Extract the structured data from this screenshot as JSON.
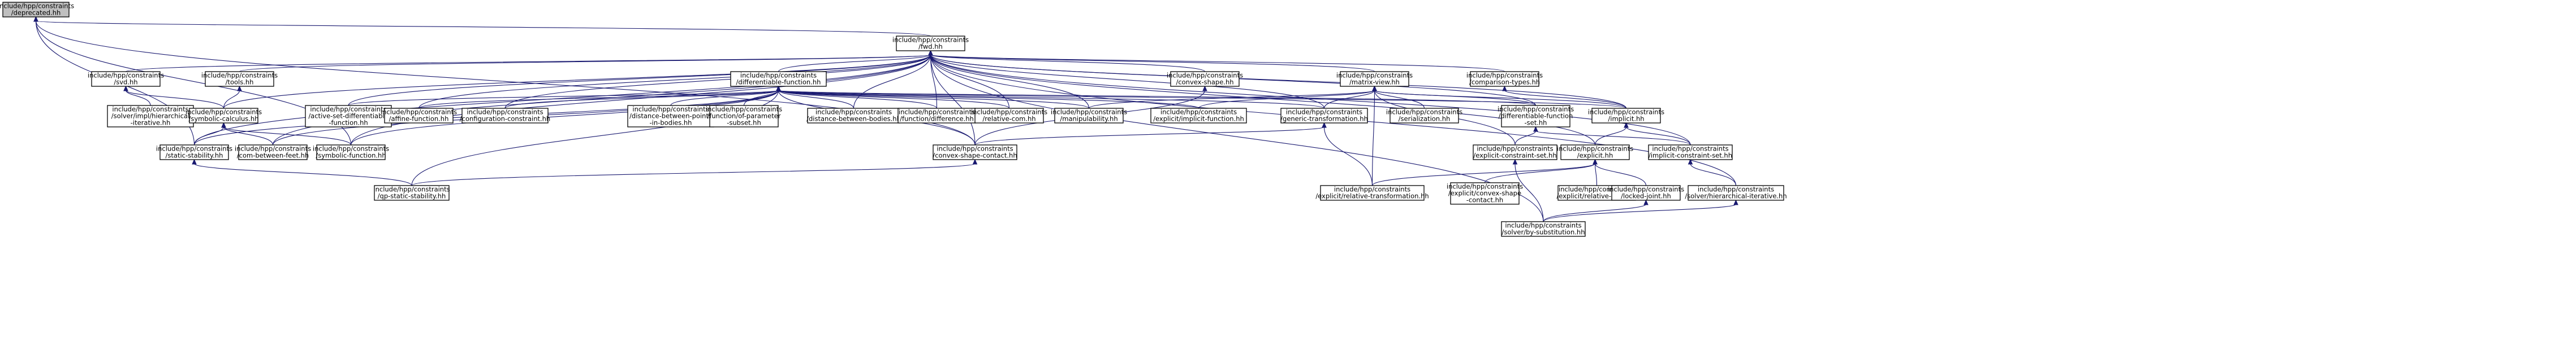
{
  "graph": {
    "title": "include/hpp/constraints/deprecated.hh dependency graph",
    "edge_color": "#191970",
    "root_fill": "#bfbfbf",
    "node_fill": "#ffffff",
    "nodes": [
      {
        "id": "deprecated",
        "lines": [
          "include/hpp/constraints",
          "/deprecated.hh"
        ],
        "root": true
      },
      {
        "id": "fwd",
        "lines": [
          "include/hpp/constraints",
          "/fwd.hh"
        ]
      },
      {
        "id": "svd",
        "lines": [
          "include/hpp/constraints",
          "/svd.hh"
        ]
      },
      {
        "id": "tools",
        "lines": [
          "include/hpp/constraints",
          "/tools.hh"
        ]
      },
      {
        "id": "difffunc",
        "lines": [
          "include/hpp/constraints",
          "/differentiable-function.hh"
        ]
      },
      {
        "id": "convexshape",
        "lines": [
          "include/hpp/constraints",
          "/convex-shape.hh"
        ]
      },
      {
        "id": "matrixview",
        "lines": [
          "include/hpp/constraints",
          "/matrix-view.hh"
        ]
      },
      {
        "id": "comparison",
        "lines": [
          "include/hpp/constraints",
          "/comparison-types.hh"
        ]
      },
      {
        "id": "solverhier",
        "lines": [
          "include/hpp/constraints",
          "/solver/impl/hierarchical",
          "-iterative.hh"
        ]
      },
      {
        "id": "symcalc",
        "lines": [
          "include/hpp/constraints",
          "/symbolic-calculus.hh"
        ]
      },
      {
        "id": "activeset",
        "lines": [
          "include/hpp/constraints",
          "/active-set-differentiable",
          "-function.hh"
        ]
      },
      {
        "id": "affine",
        "lines": [
          "include/hpp/constraints",
          "/affine-function.hh"
        ]
      },
      {
        "id": "config",
        "lines": [
          "include/hpp/constraints",
          "/configuration-constraint.hh"
        ]
      },
      {
        "id": "distpoints",
        "lines": [
          "include/hpp/constraints",
          "/distance-between-points",
          "-in-bodies.hh"
        ]
      },
      {
        "id": "funcparam",
        "lines": [
          "include/hpp/constraints",
          "/function/of-parameter",
          "-subset.hh"
        ]
      },
      {
        "id": "distbodies",
        "lines": [
          "include/hpp/constraints",
          "/distance-between-bodies.hh"
        ]
      },
      {
        "id": "funcdiff",
        "lines": [
          "include/hpp/constraints",
          "/function/difference.hh"
        ]
      },
      {
        "id": "relcom",
        "lines": [
          "include/hpp/constraints",
          "/relative-com.hh"
        ]
      },
      {
        "id": "manip",
        "lines": [
          "include/hpp/constraints",
          "/manipulability.hh"
        ]
      },
      {
        "id": "explimpl",
        "lines": [
          "include/hpp/constraints",
          "/explicit/implicit-function.hh"
        ]
      },
      {
        "id": "generictrans",
        "lines": [
          "include/hpp/constraints",
          "/generic-transformation.hh"
        ]
      },
      {
        "id": "serialization",
        "lines": [
          "include/hpp/constraints",
          "/serialization.hh"
        ]
      },
      {
        "id": "diffset",
        "lines": [
          "include/hpp/constraints",
          "/differentiable-function",
          "-set.hh"
        ]
      },
      {
        "id": "implicit",
        "lines": [
          "include/hpp/constraints",
          "/implicit.hh"
        ]
      },
      {
        "id": "staticstab",
        "lines": [
          "include/hpp/constraints",
          "/static-stability.hh"
        ]
      },
      {
        "id": "combetween",
        "lines": [
          "include/hpp/constraints",
          "/com-between-feet.hh"
        ]
      },
      {
        "id": "symfunc",
        "lines": [
          "include/hpp/constraints",
          "/symbolic-function.hh"
        ]
      },
      {
        "id": "convexcontact",
        "lines": [
          "include/hpp/constraints",
          "/convex-shape-contact.hh"
        ]
      },
      {
        "id": "explconstset",
        "lines": [
          "include/hpp/constraints",
          "/explicit-constraint-set.hh"
        ]
      },
      {
        "id": "explicit",
        "lines": [
          "include/hpp/constraints",
          "/explicit.hh"
        ]
      },
      {
        "id": "implconstset",
        "lines": [
          "include/hpp/constraints",
          "/implicit-constraint-set.hh"
        ]
      },
      {
        "id": "qpstatic",
        "lines": [
          "include/hpp/constraints",
          "/qp-static-stability.hh"
        ]
      },
      {
        "id": "explreltrans",
        "lines": [
          "include/hpp/constraints",
          "/explicit/relative-transformation.hh"
        ]
      },
      {
        "id": "explconvex",
        "lines": [
          "include/hpp/constraints",
          "/explicit/convex-shape",
          "-contact.hh"
        ]
      },
      {
        "id": "explrelpose",
        "lines": [
          "include/hpp/constraints",
          "/explicit/relative-pose.hh"
        ]
      },
      {
        "id": "locked",
        "lines": [
          "include/hpp/constraints",
          "/locked-joint.hh"
        ]
      },
      {
        "id": "solverhieriter",
        "lines": [
          "include/hpp/constraints",
          "/solver/hierarchical-iterative.hh"
        ]
      },
      {
        "id": "solverbysub",
        "lines": [
          "include/hpp/constraints",
          "/solver/by-substitution.hh"
        ]
      }
    ],
    "edges": [
      [
        "fwd",
        "deprecated"
      ],
      [
        "staticstab",
        "deprecated"
      ],
      [
        "symfunc",
        "deprecated"
      ],
      [
        "convexcontact",
        "deprecated"
      ],
      [
        "svd",
        "fwd"
      ],
      [
        "tools",
        "fwd"
      ],
      [
        "difffunc",
        "fwd"
      ],
      [
        "convexshape",
        "fwd"
      ],
      [
        "matrixview",
        "fwd"
      ],
      [
        "comparison",
        "fwd"
      ],
      [
        "symcalc",
        "fwd"
      ],
      [
        "activeset",
        "fwd"
      ],
      [
        "affine",
        "fwd"
      ],
      [
        "config",
        "fwd"
      ],
      [
        "distbodies",
        "fwd"
      ],
      [
        "funcdiff",
        "fwd"
      ],
      [
        "relcom",
        "fwd"
      ],
      [
        "manip",
        "fwd"
      ],
      [
        "generictrans",
        "fwd"
      ],
      [
        "diffset",
        "fwd"
      ],
      [
        "implicit",
        "fwd"
      ],
      [
        "staticstab",
        "fwd"
      ],
      [
        "combetween",
        "fwd"
      ],
      [
        "symfunc",
        "fwd"
      ],
      [
        "convexcontact",
        "fwd"
      ],
      [
        "explicit",
        "fwd"
      ],
      [
        "implconstset",
        "fwd"
      ],
      [
        "solverhieriter",
        "fwd"
      ],
      [
        "solverbysub",
        "fwd"
      ],
      [
        "solverhier",
        "svd"
      ],
      [
        "symcalc",
        "svd"
      ],
      [
        "symcalc",
        "tools"
      ],
      [
        "staticstab",
        "symcalc"
      ],
      [
        "combetween",
        "symcalc"
      ],
      [
        "symfunc",
        "symcalc"
      ],
      [
        "activeset",
        "difffunc"
      ],
      [
        "affine",
        "difffunc"
      ],
      [
        "config",
        "difffunc"
      ],
      [
        "distpoints",
        "difffunc"
      ],
      [
        "funcparam",
        "difffunc"
      ],
      [
        "distbodies",
        "difffunc"
      ],
      [
        "funcdiff",
        "difffunc"
      ],
      [
        "relcom",
        "difffunc"
      ],
      [
        "manip",
        "difffunc"
      ],
      [
        "explimpl",
        "difffunc"
      ],
      [
        "generictrans",
        "difffunc"
      ],
      [
        "diffset",
        "difffunc"
      ],
      [
        "implicit",
        "difffunc"
      ],
      [
        "staticstab",
        "difffunc"
      ],
      [
        "combetween",
        "difffunc"
      ],
      [
        "symfunc",
        "difffunc"
      ],
      [
        "convexcontact",
        "difffunc"
      ],
      [
        "qpstatic",
        "difffunc"
      ],
      [
        "convexcontact",
        "convexshape"
      ],
      [
        "explimpl",
        "matrixview"
      ],
      [
        "generictrans",
        "matrixview"
      ],
      [
        "serialization",
        "matrixview"
      ],
      [
        "diffset",
        "matrixview"
      ],
      [
        "implicit",
        "matrixview"
      ],
      [
        "explconstset",
        "matrixview"
      ],
      [
        "explreltrans",
        "matrixview"
      ],
      [
        "manip",
        "matrixview"
      ],
      [
        "implicit",
        "comparison"
      ],
      [
        "qpstatic",
        "staticstab"
      ],
      [
        "qpstatic",
        "convexcontact"
      ],
      [
        "convexcontact",
        "generictrans"
      ],
      [
        "explreltrans",
        "generictrans"
      ],
      [
        "explconstset",
        "diffset"
      ],
      [
        "implconstset",
        "diffset"
      ],
      [
        "explicit",
        "implicit"
      ],
      [
        "implconstset",
        "implicit"
      ],
      [
        "explconvex",
        "explicit"
      ],
      [
        "explrelpose",
        "explicit"
      ],
      [
        "locked",
        "explicit"
      ],
      [
        "explreltrans",
        "explicit"
      ],
      [
        "solverbysub",
        "explconstset"
      ],
      [
        "solverhieriter",
        "implconstset"
      ],
      [
        "solverbysub",
        "locked"
      ],
      [
        "solverbysub",
        "solverhieriter"
      ]
    ]
  }
}
